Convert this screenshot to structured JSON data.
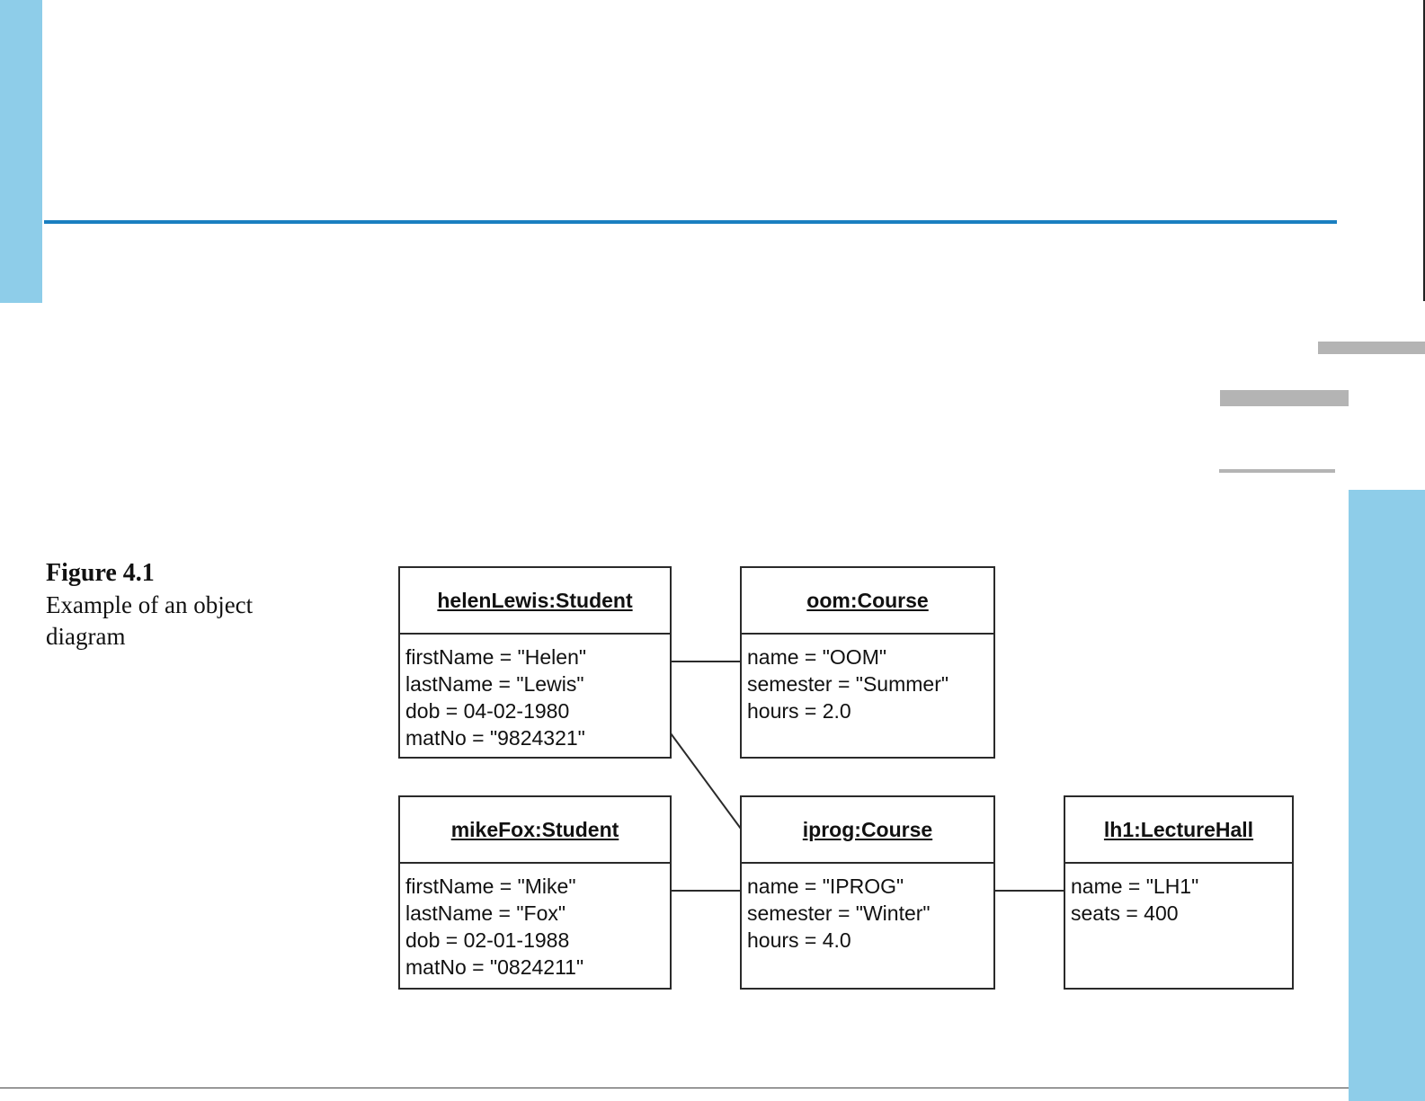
{
  "caption": {
    "figure": "Figure 4.1",
    "text": "Example of an object diagram"
  },
  "objects": {
    "helenLewis": {
      "title": "helenLewis:Student",
      "attrs": [
        "firstName = \"Helen\"",
        "lastName = \"Lewis\"",
        "dob = 04-02-1980",
        "matNo = \"9824321\""
      ]
    },
    "oom": {
      "title": "oom:Course",
      "attrs": [
        "name = \"OOM\"",
        "semester = \"Summer\"",
        "hours = 2.0"
      ]
    },
    "mikeFox": {
      "title": "mikeFox:Student",
      "attrs": [
        "firstName = \"Mike\"",
        "lastName = \"Fox\"",
        "dob = 02-01-1988",
        "matNo = \"0824211\""
      ]
    },
    "iprog": {
      "title": "iprog:Course",
      "attrs": [
        "name = \"IPROG\"",
        "semester = \"Winter\"",
        "hours = 4.0"
      ]
    },
    "lh1": {
      "title": "lh1:LectureHall",
      "attrs": [
        "name = \"LH1\"",
        "seats = 400"
      ]
    }
  },
  "links": [
    {
      "from": "helenLewis",
      "to": "oom"
    },
    {
      "from": "helenLewis",
      "to": "iprog"
    },
    {
      "from": "mikeFox",
      "to": "iprog"
    },
    {
      "from": "iprog",
      "to": "lh1"
    }
  ],
  "colors": {
    "accent_bar": "#8ecde9",
    "title_rule": "#1a7fc0",
    "box_border": "#2a2a2a"
  }
}
